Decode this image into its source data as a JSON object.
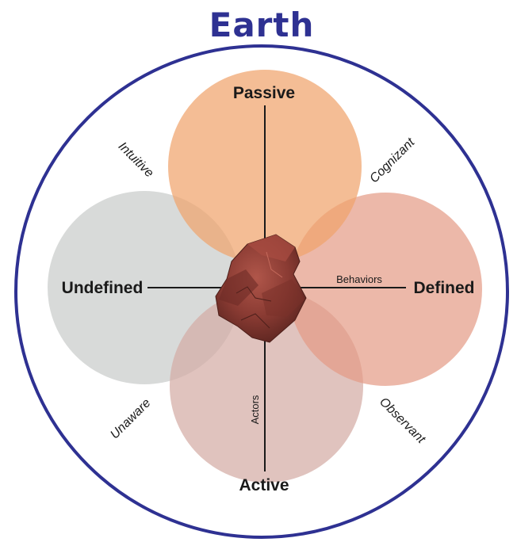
{
  "title": "Earth",
  "poles": {
    "top": "Passive",
    "bottom": "Active",
    "left": "Undefined",
    "right": "Defined"
  },
  "diagonals": {
    "top_left": "Intuitive",
    "top_right": "Cognizant",
    "bottom_left": "Unaware",
    "bottom_right": "Observant"
  },
  "axis_labels": {
    "horizontal": "Behaviors",
    "vertical": "Actors"
  },
  "colors": {
    "title": "#2e3192",
    "outer_ring": "#2e3192",
    "top_petal": "#f0a36c",
    "right_petal": "#e49a84",
    "left_petal": "#c9cccb",
    "bottom_petal": "#d4aca5",
    "rock": "#8a3b33"
  }
}
